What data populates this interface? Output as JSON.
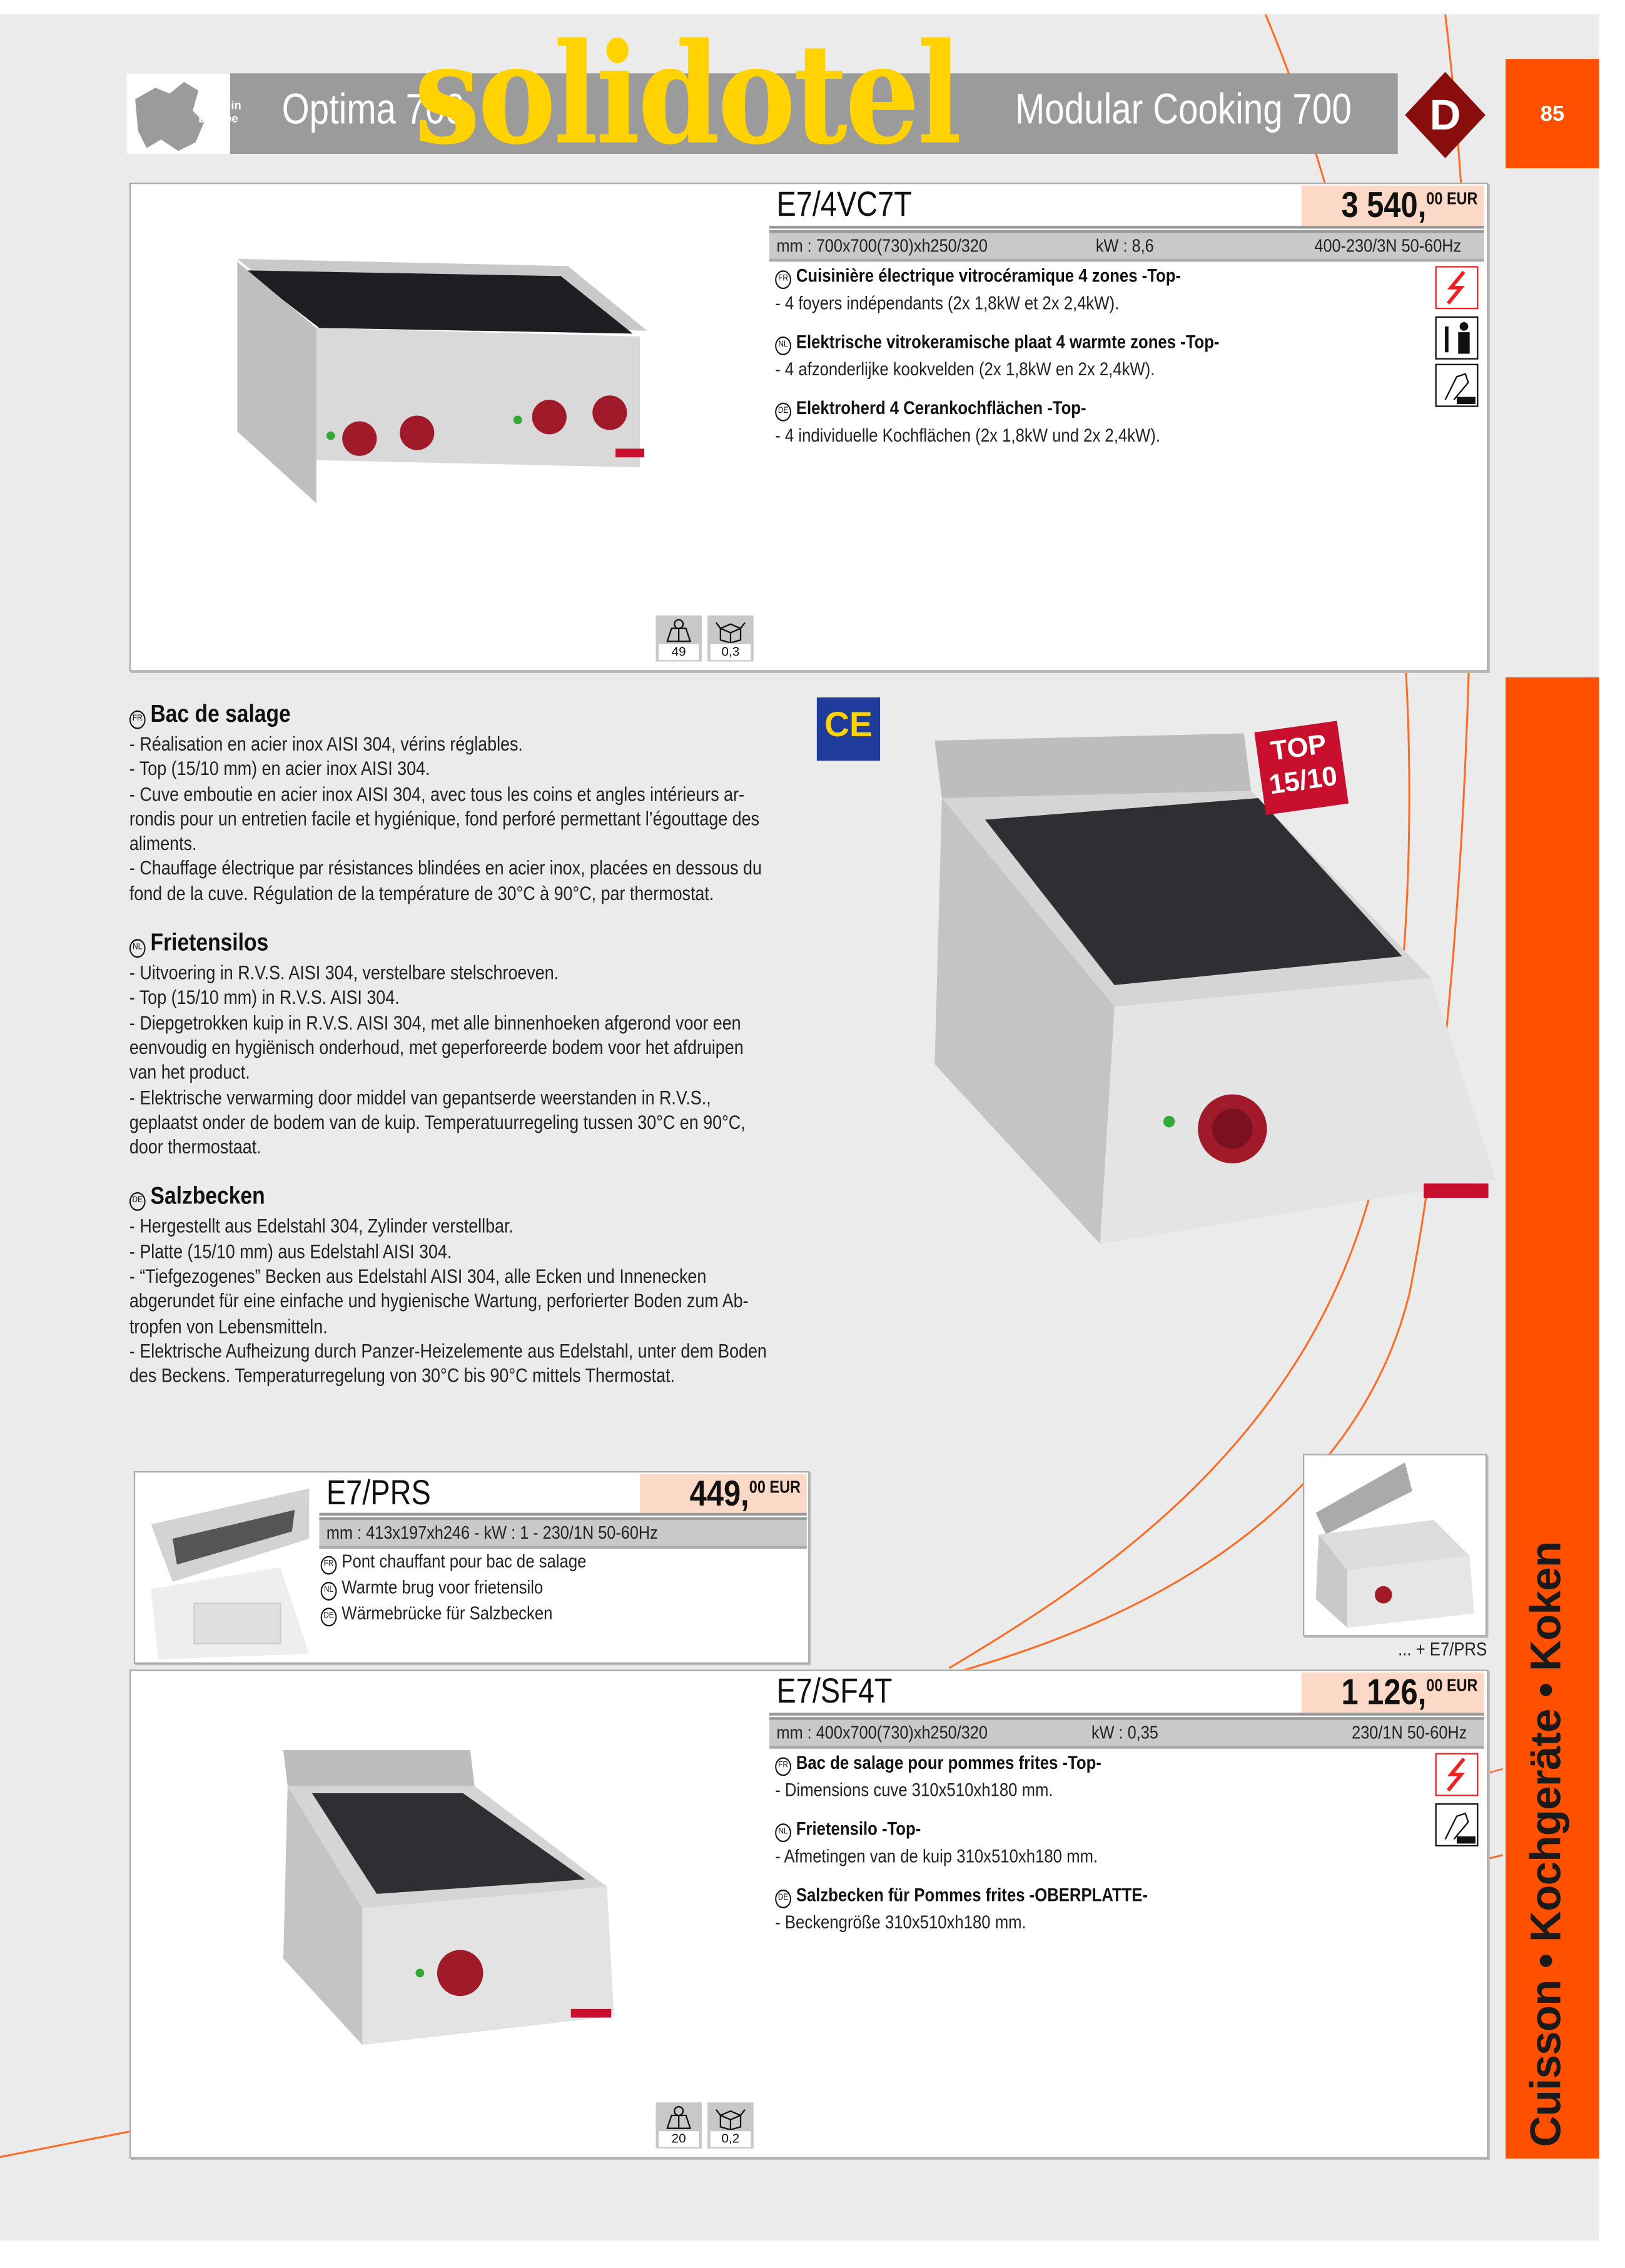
{
  "header": {
    "series_left": "Optima 700",
    "series_right": "Modular Cooking 700",
    "made_in": "Made in Europe",
    "watermark": "solidotel",
    "page_number": "85",
    "side_label": "Cuisson • Kochgeräte • Koken"
  },
  "products": [
    {
      "code": "E7/4VC7T",
      "price_main": "3 540,",
      "price_cents": "00",
      "currency": "EUR",
      "spec_dims": "mm : 700x700(730)xh250/320",
      "spec_kw": "kW : 8,6",
      "spec_power": "400-230/3N 50-60Hz",
      "desc": [
        {
          "lang": "FR",
          "title": "Cuisinière électrique vitrocéramique 4 zones -Top-",
          "text": "- 4 foyers indépendants (2x 1,8kW et 2x 2,4kW)."
        },
        {
          "lang": "NL",
          "title": "Elektrische vitrokeramische plaat 4 warmte zones -Top-",
          "text": "- 4 afzonderlijke kookvelden (2x 1,8kW en 2x 2,4kW)."
        },
        {
          "lang": "DE",
          "title": "Elektroherd 4 Cerankochflächen -Top-",
          "text": "- 4 individuelle Kochflächen (2x 1,8kW und 2x 2,4kW)."
        }
      ],
      "weight": "49",
      "volume": "0,3",
      "icons": [
        "electric-icon",
        "technician-icon",
        "security-icon"
      ]
    },
    {
      "code": "E7/PRS",
      "price_main": "449,",
      "price_cents": "00",
      "currency": "EUR",
      "spec": "mm : 413x197xh246 - kW : 1 - 230/1N 50-60Hz",
      "desc": [
        {
          "lang": "FR",
          "text": "Pont chauffant pour bac de salage"
        },
        {
          "lang": "NL",
          "text": "Warmte brug voor frietensilo"
        },
        {
          "lang": "DE",
          "text": "Wärmebrücke für Salzbecken"
        }
      ],
      "caption": "... + E7/PRS"
    },
    {
      "code": "E7/SF4T",
      "price_main": "1 126,",
      "price_cents": "00",
      "currency": "EUR",
      "spec_dims": "mm : 400x700(730)xh250/320",
      "spec_kw": "kW : 0,35",
      "spec_power": "230/1N 50-60Hz",
      "desc": [
        {
          "lang": "FR",
          "title": "Bac de salage pour pommes frites -Top-",
          "text": "- Dimensions cuve 310x510xh180 mm."
        },
        {
          "lang": "NL",
          "title": "Frietensilo -Top-",
          "text": "- Afmetingen van de kuip 310x510xh180 mm."
        },
        {
          "lang": "DE",
          "title": "Salzbecken für Pommes frites -OBERPLATTE-",
          "text": "- Beckengröße 310x510xh180 mm."
        }
      ],
      "weight": "20",
      "volume": "0,2",
      "icons": [
        "electric-icon",
        "security-icon"
      ]
    }
  ],
  "body": {
    "sections": [
      {
        "lang": "FR",
        "title": "Bac de salage",
        "lines": [
          "- Réalisation en acier inox AISI 304, vérins réglables.",
          "- Top (15/10 mm) en acier inox AISI 304.",
          "- Cuve emboutie en acier inox AISI 304, avec tous les coins et angles intérieurs ar-",
          "rondis pour un entretien facile et hygiénique, fond perforé permettant l’égouttage des",
          "aliments.",
          "- Chauffage électrique par résistances blindées en acier inox, placées en dessous du",
          "fond de la cuve. Régulation de la température de 30°C à 90°C, par thermostat."
        ]
      },
      {
        "lang": "NL",
        "title": "Frietensilos",
        "lines": [
          "- Uitvoering in R.V.S. AISI 304, verstelbare stelschroeven.",
          "- Top (15/10 mm) in R.V.S. AISI 304.",
          "- Diepgetrokken kuip in R.V.S. AISI 304, met alle binnenhoeken afgerond voor een",
          "eenvoudig en hygiënisch onderhoud, met geperforeerde bodem voor het afdruipen",
          "van het product.",
          "- Elektrische verwarming door middel van gepantserde weerstanden in R.V.S.,",
          "geplaatst onder de bodem van de kuip. Temperatuurregeling tussen 30°C en 90°C,",
          "door thermostaat."
        ]
      },
      {
        "lang": "DE",
        "title": "Salzbecken",
        "lines": [
          "- Hergestellt aus Edelstahl 304, Zylinder verstellbar.",
          "- Platte (15/10 mm) aus Edelstahl AISI 304.",
          "- “Tiefgezogenes” Becken aus Edelstahl AISI 304, alle Ecken und Innenecken",
          "abgerundet für eine einfache und hygienische Wartung, perforierter Boden zum Ab-",
          "tropfen von Lebensmitteln.",
          "- Elektrische Aufheizung durch Panzer-Heizelemente aus Edelstahl, unter dem Boden",
          "des Beckens. Temperaturregelung von 30°C bis 90°C mittels Thermostat."
        ]
      }
    ],
    "ce_mark": "CE",
    "top_badge_1": "TOP",
    "top_badge_2": "15/10"
  },
  "colors": {
    "accent": "#ff5000",
    "price_bg": "#fcd8c6",
    "header_grey": "#9b9b9b",
    "watermark": "#ffd200",
    "badge_red": "#c8102e"
  }
}
